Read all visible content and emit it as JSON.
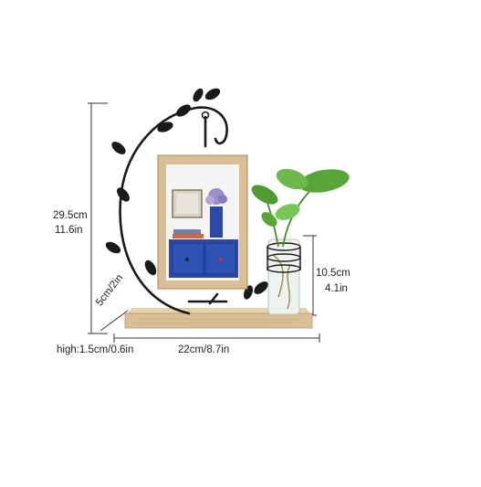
{
  "dimensions": {
    "height_cm": "29.5cm",
    "height_in": "11.6in",
    "vase_cm": "10.5cm",
    "vase_in": "4.1in",
    "depth": "5cm/2in",
    "base_thickness": "high:1.5cm/0.6in",
    "width": "22cm/8.7in"
  },
  "colors": {
    "wood": "#d8bf95",
    "iron": "#1a1a1a",
    "leaf_green": "#5aa53a",
    "photo_blue": "#2b4aa8"
  }
}
